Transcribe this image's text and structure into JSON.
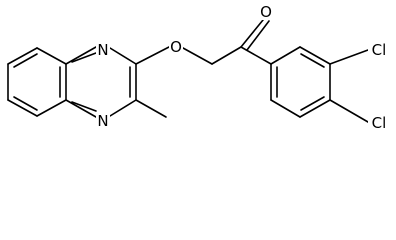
{
  "molecule": {
    "atoms": [
      {
        "id": "o_carbonyl",
        "label": "O"
      },
      {
        "id": "o_ether",
        "label": "O"
      },
      {
        "id": "n_top",
        "label": "N"
      },
      {
        "id": "n_bottom",
        "label": "N"
      },
      {
        "id": "cl_upper",
        "label": "Cl"
      },
      {
        "id": "cl_lower",
        "label": "Cl"
      }
    ],
    "colors": {
      "bond": "#000000",
      "label": "#000000",
      "background": "#ffffff"
    }
  }
}
